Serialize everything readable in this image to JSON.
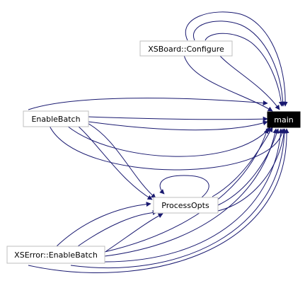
{
  "nodes": [
    {
      "id": "configure",
      "label": "XSBoard::Configure",
      "highlighted": false
    },
    {
      "id": "enable",
      "label": "EnableBatch",
      "highlighted": false
    },
    {
      "id": "main",
      "label": "main",
      "highlighted": true
    },
    {
      "id": "process",
      "label": "ProcessOpts",
      "highlighted": false
    },
    {
      "id": "xserror",
      "label": "XSError::EnableBatch",
      "highlighted": false
    }
  ],
  "colors": {
    "edge": "#191970",
    "arrowhead": "#191970",
    "node_border": "#bfbfbf",
    "node_fill": "#ffffff",
    "main_fill": "#000000",
    "main_text": "#ffffff",
    "text": "#000000"
  }
}
